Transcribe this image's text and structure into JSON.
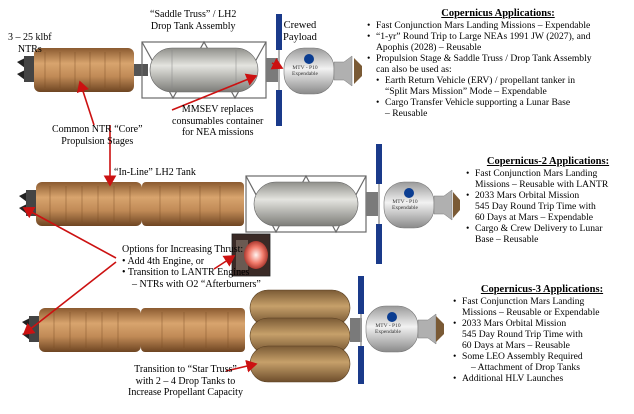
{
  "labels": {
    "ntrs": [
      "3 – 25 klbf",
      "NTRs"
    ],
    "saddle_truss": [
      "“Saddle Truss” / LH2",
      "Drop Tank Assembly"
    ],
    "crewed_payload": [
      "Crewed",
      "Payload"
    ],
    "mmsev": [
      "MMSEV replaces",
      "consumables container",
      "for NEA missions"
    ],
    "common_ntr": [
      "Common NTR “Core”",
      "Propulsion Stages"
    ],
    "inline_tank": "“In-Line” LH2 Tank",
    "options": [
      "Options for Increasing Thrust:",
      "• Add 4th Engine, or",
      "• Transition to LANTR Engines",
      "– NTRs with O2 “Afterburners”"
    ],
    "star_truss": [
      "Transition to “Star Truss”",
      "with 2 – 4 Drop Tanks to",
      "Increase Propellant Capacity"
    ],
    "pod_text": [
      "MTV - P10",
      "Expendable"
    ]
  },
  "copernicus": {
    "title": "Copernicus Applications:",
    "items": [
      {
        "text": "Fast Conjunction Mars Landing Missions – Expendable",
        "level": 0
      },
      {
        "text": "“1-yr” Round Trip to Large NEAs 1991 JW (2027), and",
        "cont": "Apophis (2028) – Reusable",
        "level": 0
      },
      {
        "text": "Propulsion Stage & Saddle Truss / Drop Tank Assembly",
        "cont": "can also be used as:",
        "level": 0
      },
      {
        "text": "Earth Return Vehicle (ERV) / propellant tanker in",
        "cont": "“Split Mars Mission” Mode – Expendable",
        "level": 1
      },
      {
        "text": "Cargo Transfer Vehicle supporting a Lunar Base",
        "cont": "– Reusable",
        "level": 1
      }
    ]
  },
  "copernicus2": {
    "title": "Copernicus-2 Applications:",
    "items": [
      {
        "text": "Fast Conjunction Mars Landing",
        "cont": "Missions – Reusable with LANTR",
        "level": 0
      },
      {
        "text": "2033 Mars Orbital Mission",
        "cont": "545 Day Round Trip Time with",
        "cont2": "60 Days at Mars – Expendable",
        "level": 0
      },
      {
        "text": "Cargo & Crew Delivery to Lunar",
        "cont": "Base – Reusable",
        "level": 0
      }
    ]
  },
  "copernicus3": {
    "title": "Copernicus-3 Applications:",
    "items": [
      {
        "text": "Fast Conjunction Mars Landing",
        "cont": "Missions – Reusable or Expendable",
        "level": 0
      },
      {
        "text": "2033 Mars Orbital Mission",
        "cont": "545 Day Round Trip Time with",
        "cont2": "60 Days at Mars – Reusable",
        "level": 0
      },
      {
        "text": "Some LEO Assembly Required",
        "level": 0
      },
      {
        "text": "– Attachment of Drop Tanks",
        "level": 2
      },
      {
        "text": "Additional HLV Launches",
        "level": 0
      }
    ]
  },
  "colors": {
    "ntr_body": "#c08a56",
    "tank_body": "#c9c9c4",
    "truss": "#6a6a6a",
    "arrow": "#cc1111",
    "solar": "#1a3a8a",
    "flame": "#f07a6a"
  }
}
